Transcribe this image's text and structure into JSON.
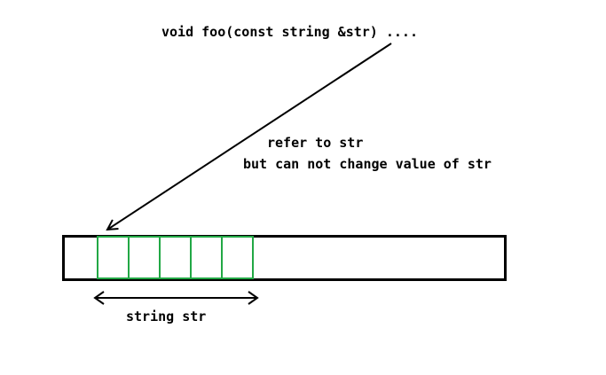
{
  "code_signature": "void foo(const string &str) ....",
  "annotation": {
    "line1": "refer to str",
    "line2": "but can not change value of str"
  },
  "dimension_label": "string str",
  "colors": {
    "ink": "#000000",
    "cell_border": "#22a845",
    "background": "#ffffff"
  },
  "memory": {
    "cell_count": 5
  }
}
